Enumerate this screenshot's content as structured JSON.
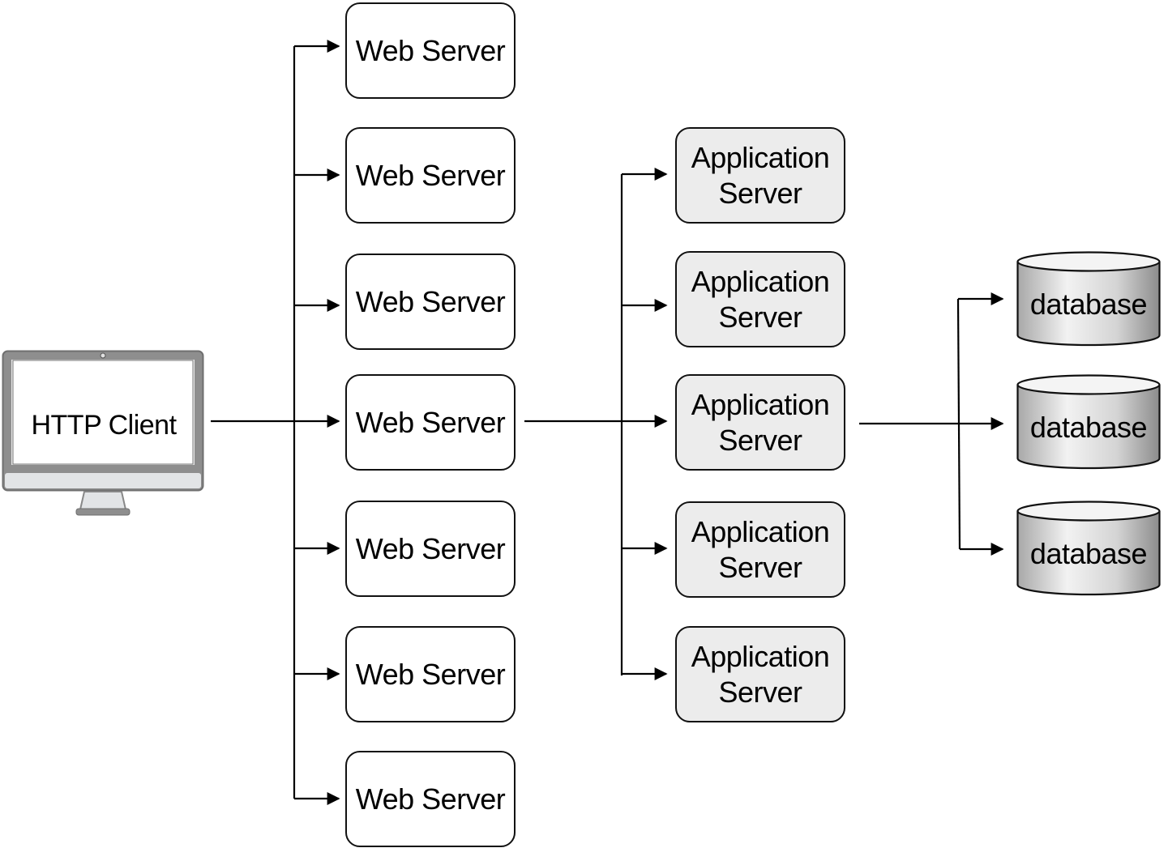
{
  "diagram": {
    "client": {
      "label": "HTTP Client"
    },
    "web_servers": [
      {
        "label": "Web Server"
      },
      {
        "label": "Web Server"
      },
      {
        "label": "Web Server"
      },
      {
        "label": "Web Server"
      },
      {
        "label": "Web Server"
      },
      {
        "label": "Web Server"
      },
      {
        "label": "Web Server"
      }
    ],
    "application_servers": [
      {
        "label": "Application\nServer"
      },
      {
        "label": "Application\nServer"
      },
      {
        "label": "Application\nServer"
      },
      {
        "label": "Application\nServer"
      },
      {
        "label": "Application\nServer"
      }
    ],
    "databases": [
      {
        "label": "database"
      },
      {
        "label": "database"
      },
      {
        "label": "database"
      }
    ],
    "colors": {
      "line": "#000000",
      "app_fill": "#ececec",
      "monitor_frame": "#8a8a8a",
      "database_fill": "#d9d9d9"
    }
  }
}
